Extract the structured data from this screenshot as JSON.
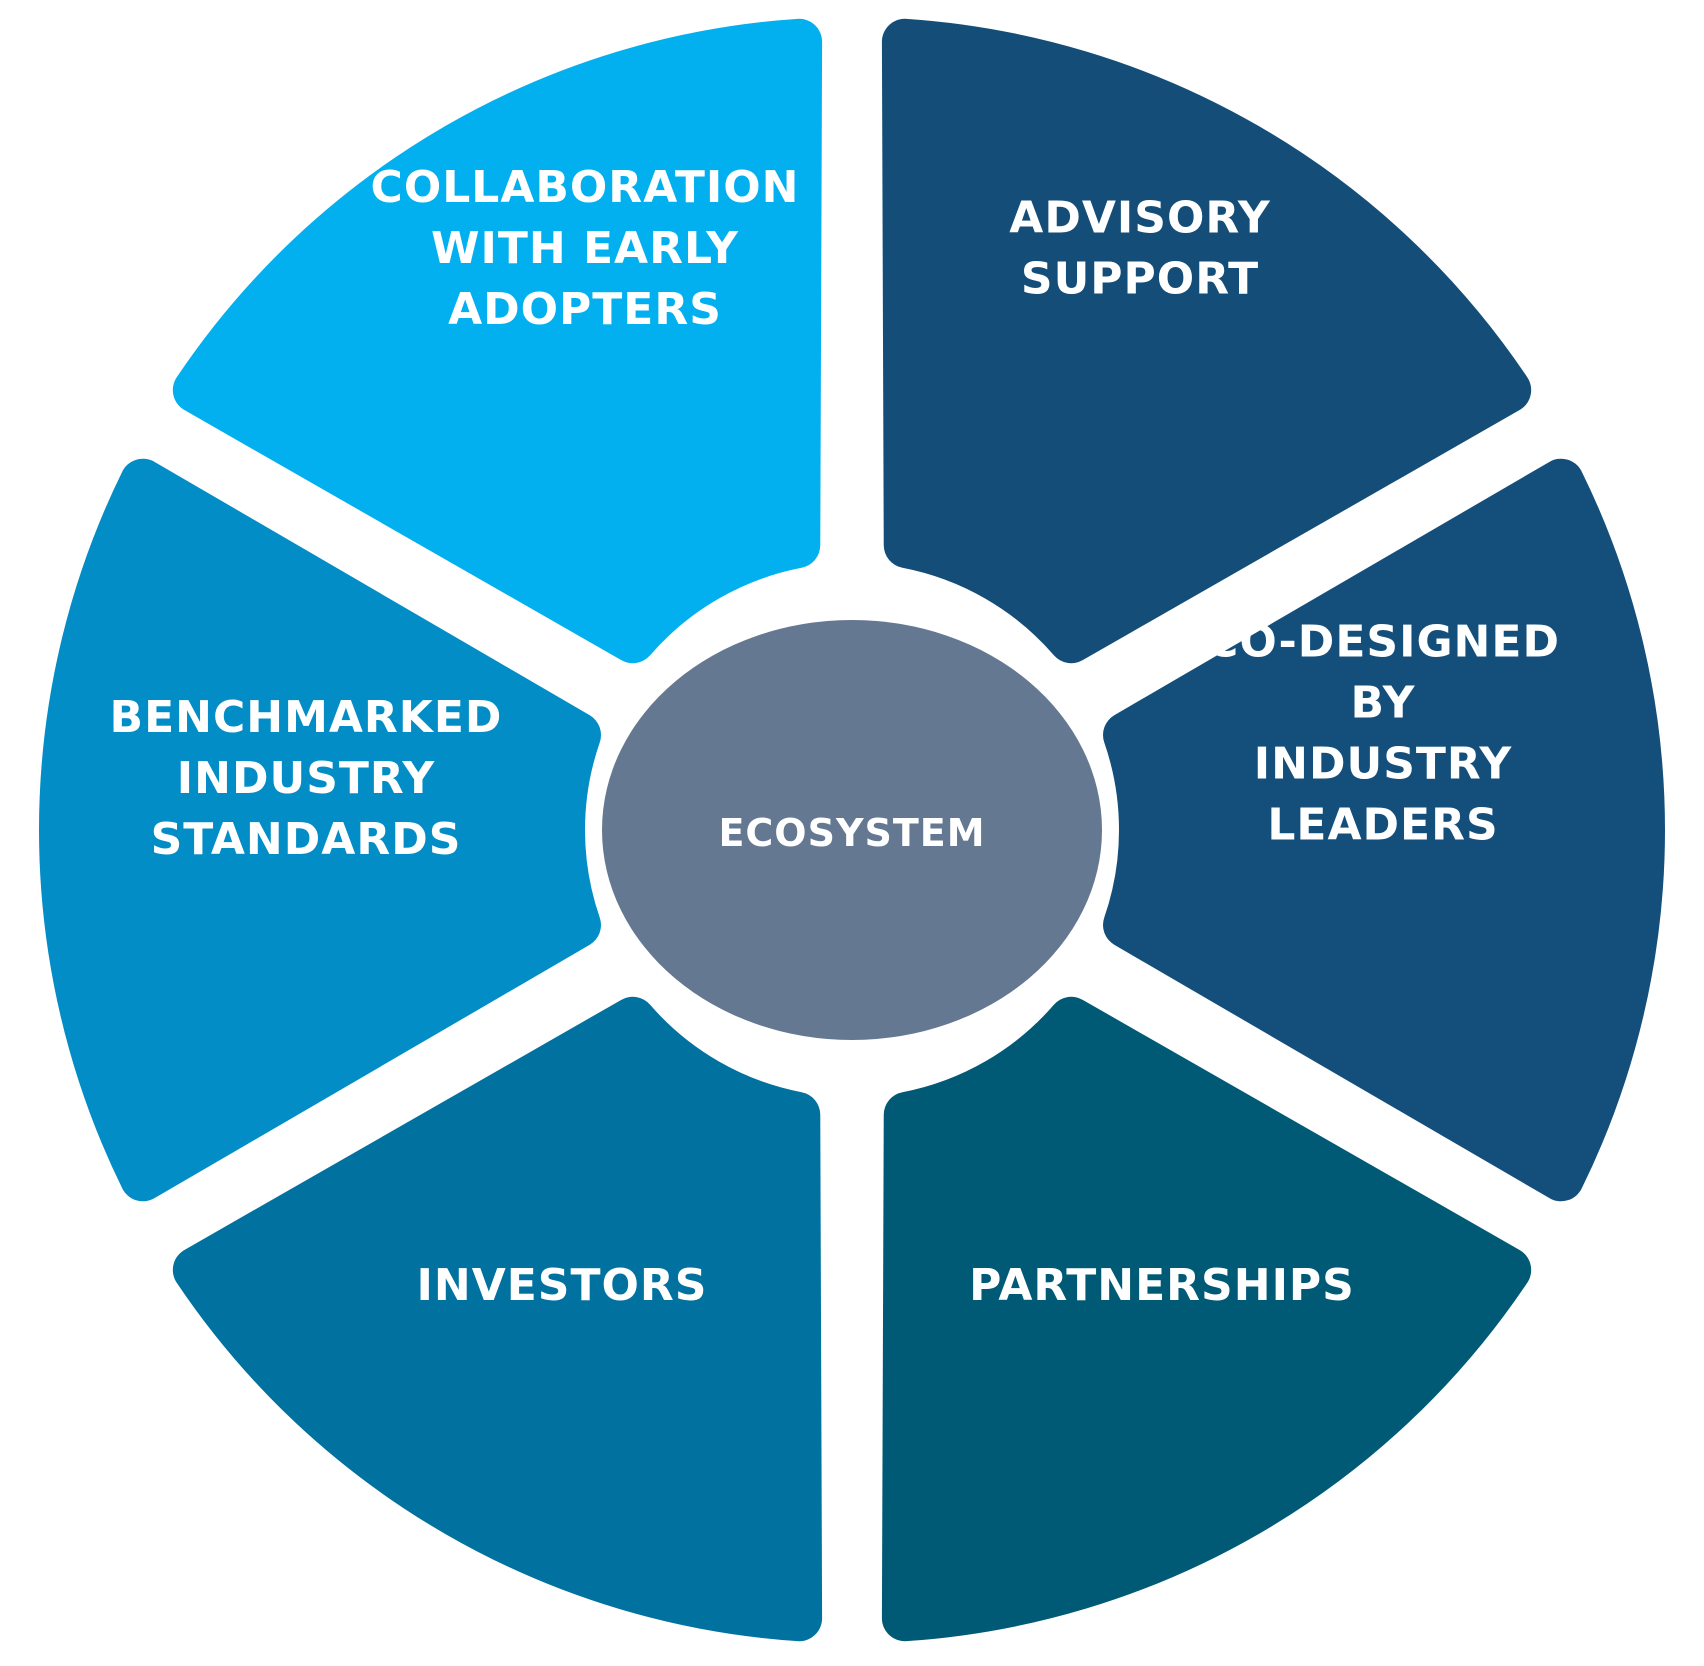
{
  "center": {
    "label": "ECOSYSTEM",
    "color": "#657891"
  },
  "segments": [
    {
      "key": "collaboration",
      "lines": [
        "COLLABORATION",
        "WITH EARLY",
        "ADOPTERS"
      ],
      "color": "#02b0ef"
    },
    {
      "key": "advisory",
      "lines": [
        "ADVISORY",
        "SUPPORT"
      ],
      "color": "#144e78"
    },
    {
      "key": "co-designed",
      "lines": [
        "CO-DESIGNED",
        "BY",
        "INDUSTRY",
        "LEADERS"
      ],
      "color": "#144f7c"
    },
    {
      "key": "partnerships",
      "lines": [
        "PARTNERSHIPS"
      ],
      "color": "#005a76"
    },
    {
      "key": "investors",
      "lines": [
        "INVESTORS"
      ],
      "color": "#0171a0"
    },
    {
      "key": "benchmarked",
      "lines": [
        "BENCHMARKED",
        "INDUSTRY",
        "STANDARDS"
      ],
      "color": "#028dc6"
    }
  ]
}
